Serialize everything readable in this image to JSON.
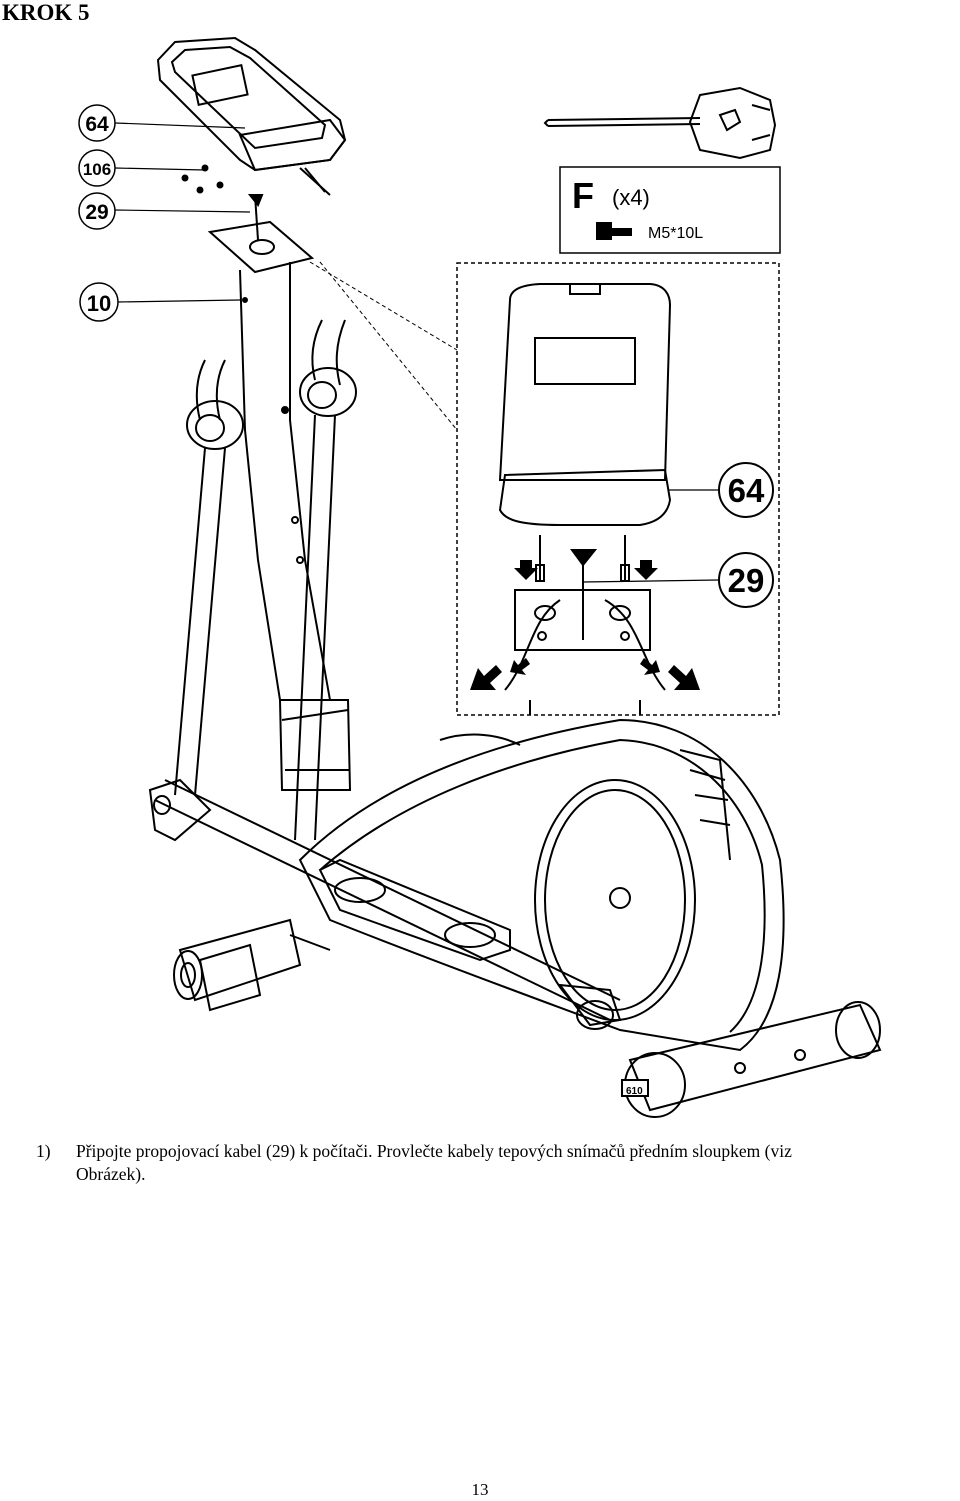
{
  "heading": "KROK 5",
  "callouts": {
    "c64": "64",
    "c106": "106",
    "c29": "29",
    "c10": "10",
    "detail64": "64",
    "detail29": "29",
    "small610": "610"
  },
  "hardware": {
    "letter": "F",
    "count": "(x4)",
    "spec": "M5*10L"
  },
  "instruction": {
    "number": "1)",
    "line1": "Připojte propojovací kabel (29) k počítači. Provlečte kabely tepových snímačů předním sloupkem (viz",
    "line2": "Obrázek)."
  },
  "page_number": "13"
}
